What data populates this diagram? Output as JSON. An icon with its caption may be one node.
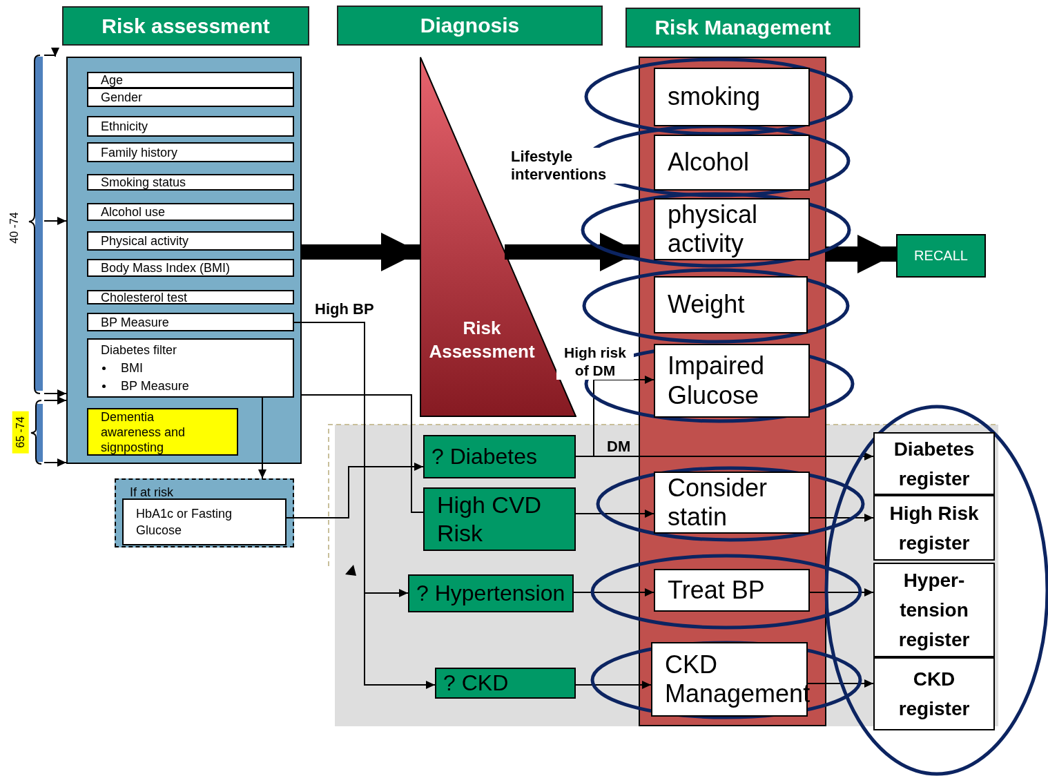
{
  "diagram": {
    "nodes": [
      {
        "text": [
          "Risk assessment"
        ]
      },
      {
        "text": [
          "Diagnosis"
        ]
      },
      {
        "text": [
          "Risk Management"
        ]
      },
      {
        "text": [],
        "shape": "box"
      },
      {
        "text": [
          "Age"
        ],
        "in": 3
      },
      {
        "text": [
          "Gender"
        ],
        "in": 3
      },
      {
        "text": [
          "Ethnicity"
        ],
        "in": 3
      },
      {
        "text": [
          "Family history"
        ],
        "in": 3
      },
      {
        "text": [
          "Smoking status"
        ],
        "in": 3
      },
      {
        "text": [
          "Alcohol use"
        ],
        "in": 3
      },
      {
        "text": [
          "Physical activity"
        ],
        "in": 3
      },
      {
        "text": [
          "Body Mass Index (BMI)"
        ],
        "in": 3
      },
      {
        "text": [
          "Cholesterol test"
        ],
        "in": 3
      },
      {
        "text": [
          "BP Measure"
        ],
        "in": 3
      },
      {
        "text": [
          "Diabetes filter",
          "BMI",
          "BP Measure"
        ],
        "in": 3
      },
      {
        "text": [
          "Dementia awareness and signposting"
        ],
        "in": 3
      },
      {
        "text": [
          "If at risk"
        ]
      },
      {
        "text": [
          "HbA1c or Fasting Glucose"
        ],
        "in": 16
      },
      {
        "text": [
          "Risk Assessment"
        ]
      },
      {
        "text": [],
        "shape": "bar"
      },
      {
        "text": [
          "smoking"
        ],
        "in": 19
      },
      {
        "text": [
          "Alcohol"
        ],
        "in": 19
      },
      {
        "text": [
          "physical activity"
        ],
        "in": 19
      },
      {
        "text": [
          "Weight"
        ],
        "in": 19
      },
      {
        "text": [
          "Impaired Glucose"
        ],
        "in": 19
      },
      {
        "text": [
          "Consider statin"
        ],
        "in": 19
      },
      {
        "text": [
          "Treat BP"
        ],
        "in": 19
      },
      {
        "text": [
          "CKD Management"
        ],
        "in": 19
      },
      {
        "text": [
          "RECALL"
        ]
      },
      {
        "text": [
          "? Diabetes"
        ]
      },
      {
        "text": [
          "High CVD Risk"
        ]
      },
      {
        "text": [
          "? Hypertension"
        ]
      },
      {
        "text": [
          "? CKD"
        ]
      },
      {
        "text": [
          "Diabetes register"
        ]
      },
      {
        "text": [
          "High Risk register"
        ]
      },
      {
        "text": [
          "Hyper- tension register"
        ]
      },
      {
        "text": [
          "CKD register"
        ]
      },
      {
        "text": [],
        "shape": "bracket",
        "beside": [
          "40 -74"
        ]
      },
      {
        "text": [],
        "shape": "bracket",
        "beside": [
          "65 -74"
        ]
      }
    ],
    "edges": [
      {
        "from": 37,
        "to": 3,
        "arrow": "to"
      },
      {
        "from": 37,
        "to": 3,
        "arrow": "to"
      },
      {
        "from": 37,
        "to": 3,
        "arrow": "to"
      },
      {
        "from": 38,
        "to": 3,
        "arrow": "to"
      },
      {
        "from": 38,
        "to": 3,
        "arrow": "to"
      },
      {
        "from": 3,
        "to": 18,
        "arrow": "to",
        "style": "thick"
      },
      {
        "from": 18,
        "to": 19,
        "arrow": "to",
        "style": "thick",
        "label": "Lifestyle interventions"
      },
      {
        "from": 19,
        "to": 28,
        "arrow": "to",
        "style": "thick"
      },
      {
        "from": 14,
        "to": 16,
        "arrow": "to"
      },
      {
        "from": 13,
        "to": 31,
        "arrow": "to",
        "label": "High BP"
      },
      {
        "from": 13,
        "to": 32,
        "arrow": "to"
      },
      {
        "from": 3,
        "to": 30,
        "arrow": "none"
      },
      {
        "from": 17,
        "to": 29,
        "arrow": "to"
      },
      {
        "from": 29,
        "to": 24,
        "arrow": "to",
        "label": "High risk of DM"
      },
      {
        "from": 29,
        "to": 33,
        "arrow": "to",
        "label": "DM"
      },
      {
        "from": 30,
        "to": 25,
        "arrow": "to"
      },
      {
        "from": 25,
        "to": 34,
        "arrow": "to"
      },
      {
        "from": 31,
        "to": 26,
        "arrow": "to"
      },
      {
        "from": 26,
        "to": 35,
        "arrow": "to"
      },
      {
        "from": 32,
        "to": 27,
        "arrow": "to"
      },
      {
        "from": 27,
        "to": 36,
        "arrow": "to"
      }
    ]
  }
}
